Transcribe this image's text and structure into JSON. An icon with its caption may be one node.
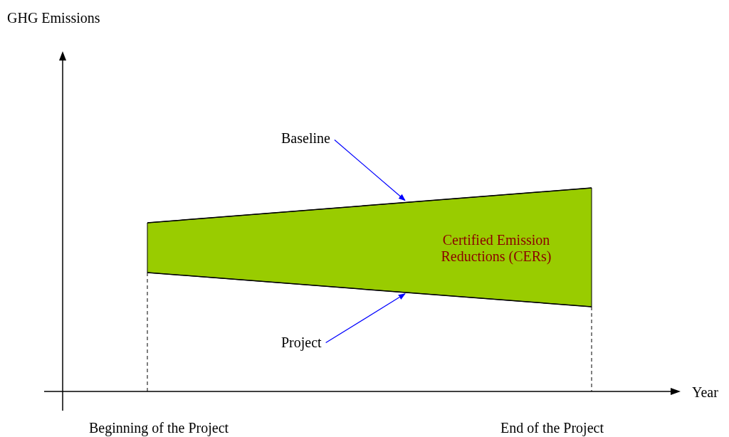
{
  "diagram": {
    "nodes": [
      {
        "text": [
          "Baseline"
        ]
      },
      {
        "text": [],
        "shape": "line",
        "in": 4
      },
      {
        "text": [
          "Project"
        ]
      },
      {
        "text": [],
        "shape": "line",
        "in": 4
      },
      {
        "text": [
          "Certified Emission Reductions (CERs)"
        ]
      }
    ],
    "edges": [
      {
        "from": 0,
        "to": 1,
        "arrow": "to",
        "color": "#0000ff"
      },
      {
        "from": 2,
        "to": 3,
        "arrow": "to",
        "color": "#0000ff"
      }
    ],
    "labels": [
      "GHG Emissions",
      "Year",
      "Beginning of the Project",
      "End of the Project"
    ]
  }
}
